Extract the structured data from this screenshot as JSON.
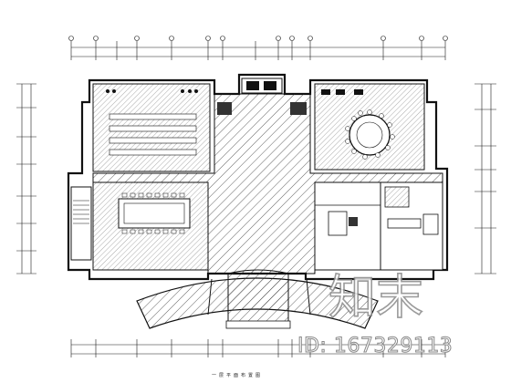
{
  "drawing": {
    "title": "一 层 平 面 布 置 图"
  },
  "watermark": {
    "brand_glyphs": "知末",
    "id_text": "ID: 167329113"
  },
  "colors": {
    "line": "#1a1a1a",
    "hatch": "#3a3a3a",
    "watermark": "#8a8a8a"
  }
}
